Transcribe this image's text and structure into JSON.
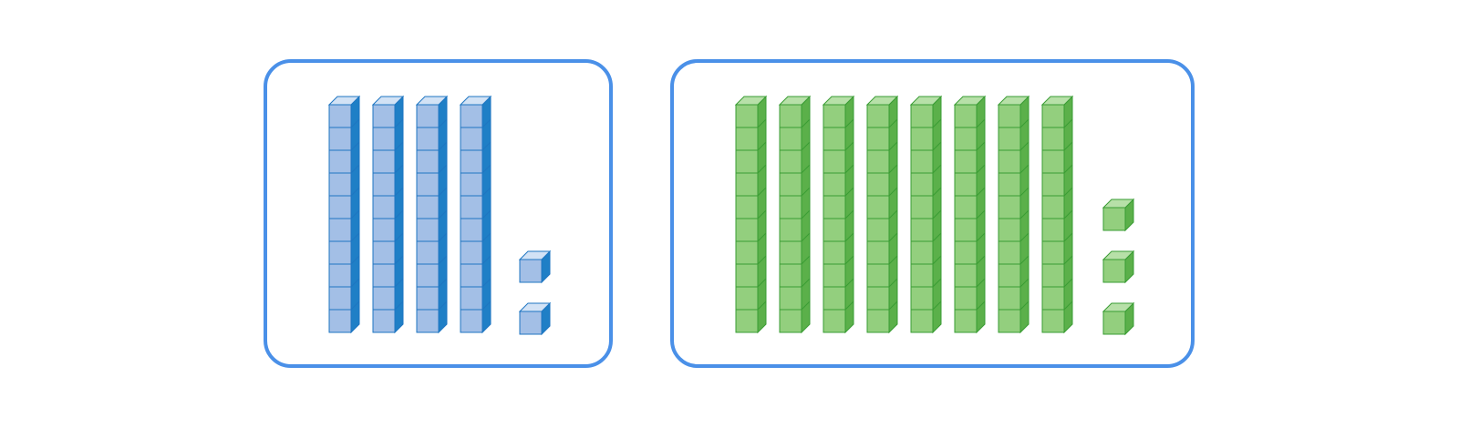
{
  "diagram": {
    "groups": [
      {
        "name": "left-group",
        "tens": 4,
        "ones": 2,
        "face": "#a3bfe6",
        "top": "#d2e2f5",
        "side": "#1f7fc6",
        "stroke": "#1f76c2"
      },
      {
        "name": "right-group",
        "tens": 8,
        "ones": 3,
        "face": "#93cf7e",
        "top": "#b7e0a8",
        "side": "#5bb04a",
        "stroke": "#3a9c34"
      }
    ],
    "border_color": "#4a90e8"
  }
}
